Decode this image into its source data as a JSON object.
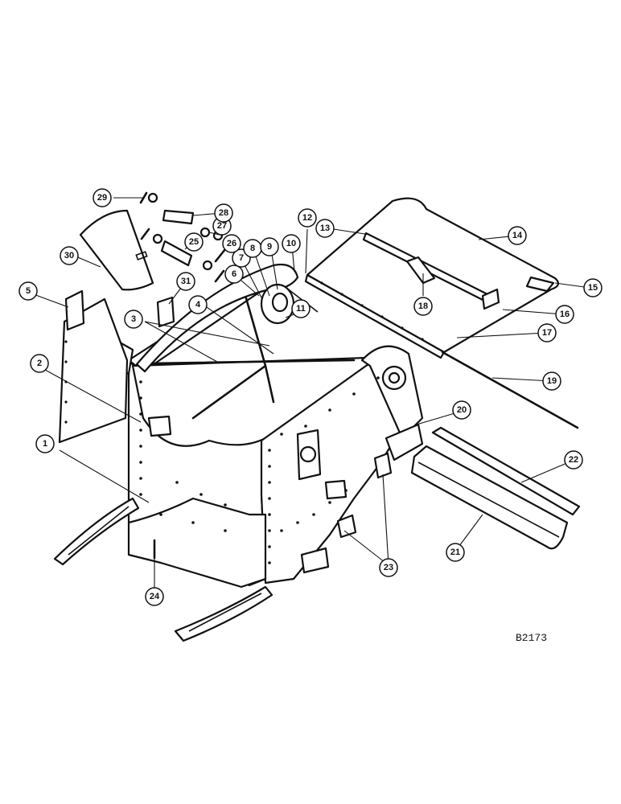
{
  "drawing_number": "B2173",
  "callouts": [
    {
      "label": "1"
    },
    {
      "label": "2"
    },
    {
      "label": "3"
    },
    {
      "label": "4"
    },
    {
      "label": "5"
    },
    {
      "label": "6"
    },
    {
      "label": "7"
    },
    {
      "label": "8"
    },
    {
      "label": "9"
    },
    {
      "label": "10"
    },
    {
      "label": "11"
    },
    {
      "label": "12"
    },
    {
      "label": "13"
    },
    {
      "label": "14"
    },
    {
      "label": "15"
    },
    {
      "label": "16"
    },
    {
      "label": "17"
    },
    {
      "label": "18"
    },
    {
      "label": "19"
    },
    {
      "label": "20"
    },
    {
      "label": "21"
    },
    {
      "label": "22"
    },
    {
      "label": "23"
    },
    {
      "label": "24"
    },
    {
      "label": "25"
    },
    {
      "label": "26"
    },
    {
      "label": "27"
    },
    {
      "label": "28"
    },
    {
      "label": "29"
    },
    {
      "label": "30"
    },
    {
      "label": "31"
    }
  ]
}
